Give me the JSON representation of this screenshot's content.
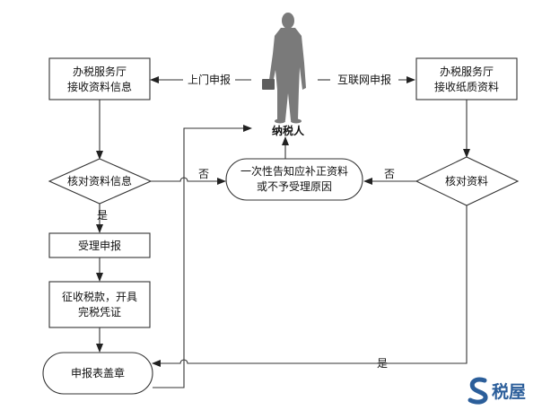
{
  "nodes": {
    "office_receive_info": {
      "line1": "办税服务厅",
      "line2": "接收资料信息"
    },
    "office_receive_paper": {
      "line1": "办税服务厅",
      "line2": "接收纸质资料"
    },
    "taxpayer": {
      "label": "纳税人"
    },
    "verify_info": {
      "label": "核对资料信息"
    },
    "notify_reject": {
      "line1": "一次性告知应补正资料",
      "line2": "或不予受理原因"
    },
    "verify_docs": {
      "label": "核对资料"
    },
    "accept": {
      "label": "受理申报"
    },
    "collect_tax": {
      "line1": "征收税款，开具",
      "line2": "完税凭证"
    },
    "stamp": {
      "label": "申报表盖章"
    }
  },
  "edges": {
    "onsite": "上门申报",
    "online": "互联网申报",
    "no_left": "否",
    "no_right": "否",
    "yes_left": "是",
    "yes_bottom": "是"
  },
  "brand": {
    "name": "税屋"
  },
  "colors": {
    "line": "#333333",
    "person": "#7a7a7a",
    "brand": "#2b5e9a"
  }
}
